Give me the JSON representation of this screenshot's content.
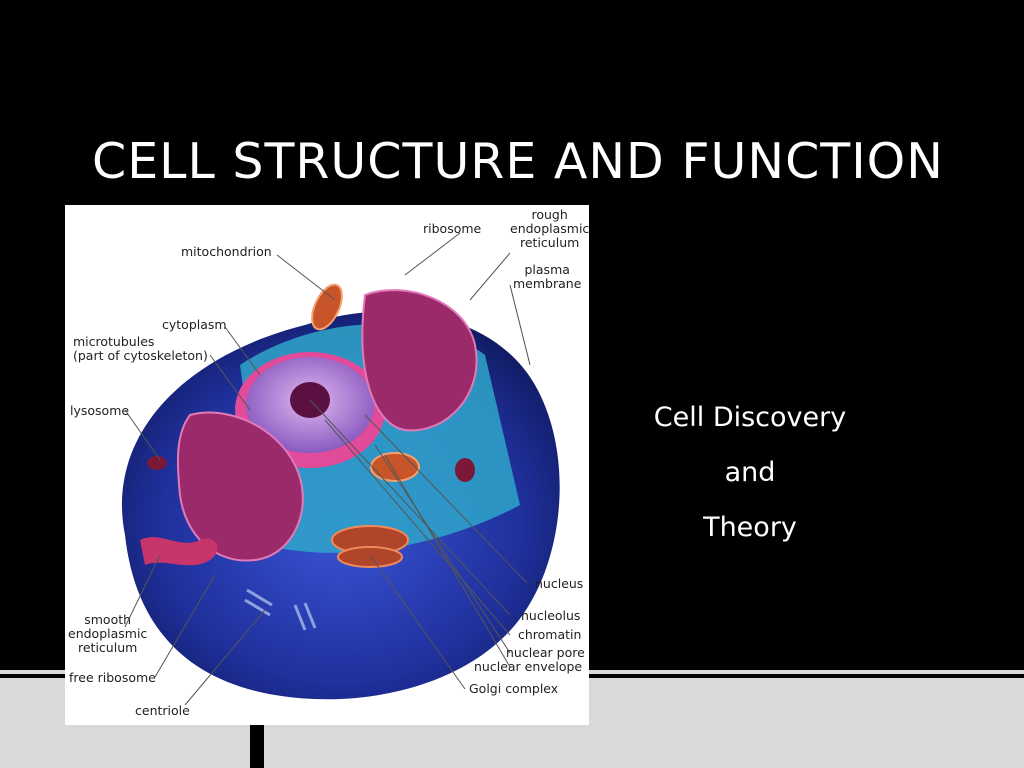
{
  "slide": {
    "title": "CELL STRUCTURE AND FUNCTION",
    "subtitle_lines": [
      "Cell Discovery",
      "and",
      "Theory"
    ]
  },
  "figure": {
    "labels": {
      "ribosome": "ribosome",
      "rough_er": "rough\nendoplasmic\nreticulum",
      "mitochondrion": "mitochondrion",
      "plasma_membrane": "plasma\nmembrane",
      "cytoplasm": "cytoplasm",
      "microtubules": "microtubules\n(part of cytoskeleton)",
      "lysosome": "lysosome",
      "nucleus": "nucleus",
      "nucleolus": "nucleolus",
      "chromatin": "chromatin",
      "nuclear_pore": "nuclear pore",
      "nuclear_envelope": "nuclear envelope",
      "smooth_er": "smooth\nendoplasmic\nreticulum",
      "free_ribosome": "free ribosome",
      "golgi": "Golgi complex",
      "centriole": "centriole"
    }
  },
  "colors": {
    "background": "#000000",
    "title": "#ffffff",
    "footer_bars": "#d9d9d9",
    "cell_blue": "#1f2f9a",
    "organelle_magenta": "#9b2a6b",
    "nucleus_purple": "#b48ad8"
  }
}
